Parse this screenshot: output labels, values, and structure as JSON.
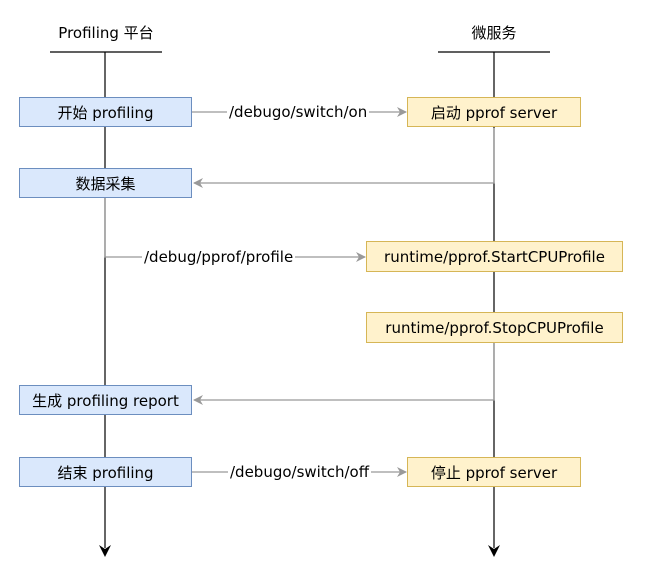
{
  "lanes": {
    "left_title": "Profiling 平台",
    "right_title": "微服务"
  },
  "platform_steps": {
    "start": "开始 profiling",
    "collect": "数据采集",
    "report": "生成 profiling report",
    "end": "结束 profiling"
  },
  "service_steps": {
    "start_server": "启动 pprof server",
    "start_cpu": "runtime/pprof.StartCPUProfile",
    "stop_cpu": "runtime/pprof.StopCPUProfile",
    "stop_server": "停止 pprof server"
  },
  "edge_labels": {
    "switch_on": "/debugo/switch/on",
    "profile": "/debug/pprof/profile",
    "switch_off": "/debugo/switch/off"
  },
  "colors": {
    "platform_fill": "#dae8fc",
    "platform_stroke": "#6c8ebf",
    "service_fill": "#fff2cc",
    "service_stroke": "#d6b656",
    "connector": "#999999",
    "lifeline": "#000000"
  }
}
